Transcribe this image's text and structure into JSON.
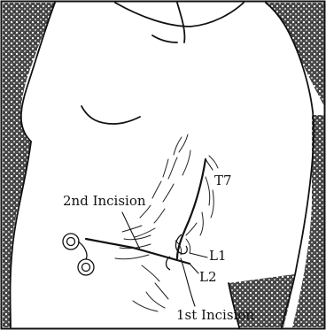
{
  "figure": {
    "labels": {
      "second_incision": "2nd Incision",
      "t7": "T7",
      "l1": "L1",
      "l2": "L2",
      "first_incision": "1st Incision"
    },
    "colors": {
      "ink": "#111111",
      "paper": "#ffffff",
      "shading": "#2a2a2a"
    }
  }
}
